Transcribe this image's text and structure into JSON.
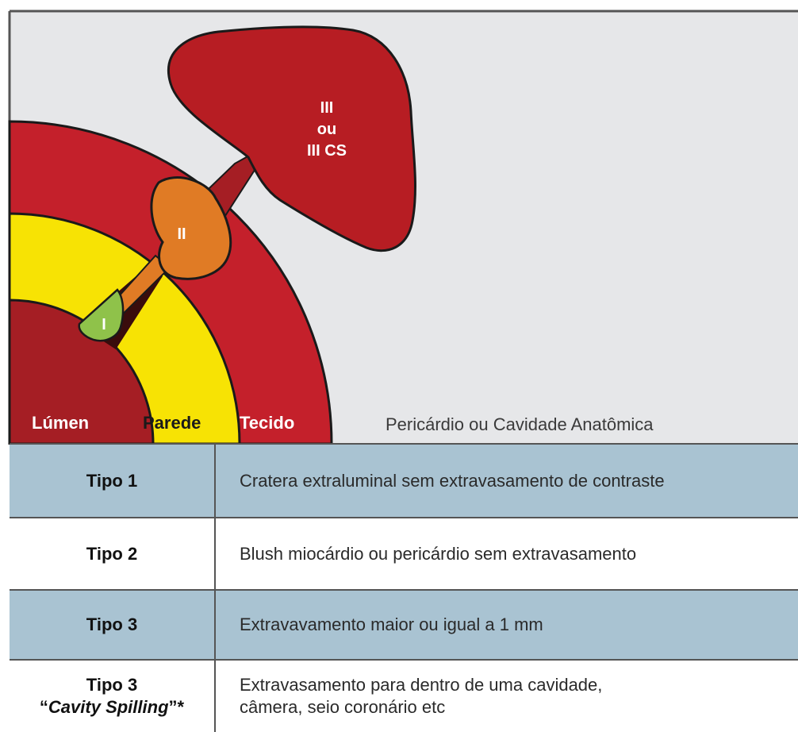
{
  "diagram": {
    "labels": {
      "lumen": "Lúmen",
      "wall": "Parede",
      "tissue": "Tecido",
      "space": "Pericárdio ou Cavidade Anatômica",
      "type_i": "I",
      "type_ii": "II",
      "type_iii_line1": "III",
      "type_iii_line2": "ou",
      "type_iii_line3": "III CS"
    },
    "colors": {
      "background": "#e6e7e9",
      "lumen": "#a51e24",
      "wall": "#f7e304",
      "tissue": "#c4202b",
      "type_i": "#8fc24a",
      "type_ii": "#e07b25",
      "type_iii": "#b71d23",
      "table_shade": "#a9c3d2"
    }
  },
  "table": {
    "rows": [
      {
        "type": "Tipo 1",
        "description": "Cratera extraluminal sem extravasamento de contraste"
      },
      {
        "type": "Tipo 2",
        "description": "Blush miocárdio ou pericárdio sem extravasamento"
      },
      {
        "type": "Tipo 3",
        "description": "Extravavamento maior ou igual a 1 mm"
      },
      {
        "type": "Tipo 3",
        "subtitle_open": "“",
        "subtitle_italic": "Cavity Spilling",
        "subtitle_close": "”*",
        "description_line1": "Extravasamento para dentro de uma cavidade,",
        "description_line2": "câmera, seio coronário etc"
      }
    ]
  }
}
